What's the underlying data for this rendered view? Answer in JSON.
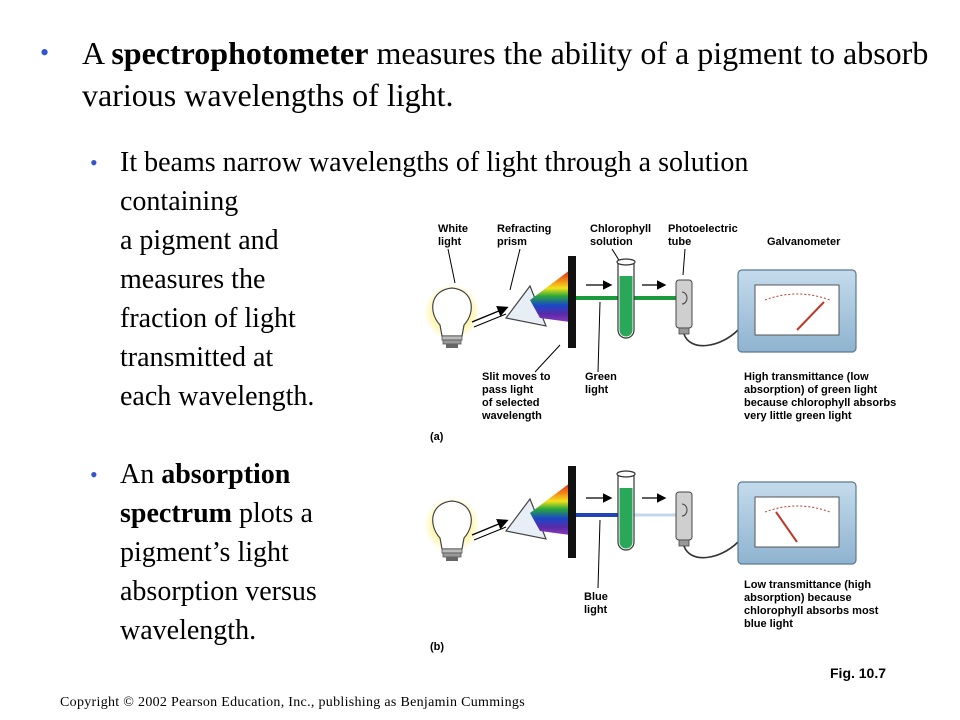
{
  "main_bullet": {
    "prefix": "A ",
    "bold": "spectrophotometer",
    "suffix": " measures the ability of a pigment to absorb various wavelengths of light."
  },
  "sub_bullet_1": {
    "line1": "It beams narrow wavelengths of light through a solution",
    "line2": "containing",
    "line3": "a pigment and",
    "line4": "measures the",
    "line5": "fraction of light",
    "line6": "transmitted at",
    "line7": "each wavelength."
  },
  "sub_bullet_2": {
    "prefix": "An ",
    "bold1": "absorption",
    "bold2": "spectrum",
    "rest1": " plots a",
    "line3": "pigment’s light",
    "line4": "absorption versus",
    "line5": "wavelength."
  },
  "figure": {
    "labels": {
      "white_light_1": "White",
      "white_light_2": "light",
      "prism_1": "Refracting",
      "prism_2": "prism",
      "solution_1": "Chlorophyll",
      "solution_2": "solution",
      "tube_1": "Photoelectric",
      "tube_2": "tube",
      "galvanometer": "Galvanometer",
      "slit_1": "Slit moves to",
      "slit_2": "pass light",
      "slit_3": "of selected",
      "slit_4": "wavelength",
      "green_1": "Green",
      "green_2": "light",
      "high_1": "High transmittance (low",
      "high_2": "absorption) of green light",
      "high_3": "because chlorophyll absorbs",
      "high_4": "very little green light",
      "panel_a": "(a)",
      "blue_1": "Blue",
      "blue_2": "light",
      "low_1": "Low transmittance (high",
      "low_2": "absorption) because",
      "low_3": "chlorophyll absorbs most",
      "low_4": "blue light",
      "panel_b": "(b)"
    },
    "colors": {
      "green_beam": "#1a9a3a",
      "blue_beam": "#2244bb",
      "meter_box": "#a9c7dd",
      "solution_fill": "#2aa85a",
      "bulb_glow": "#fff6b0"
    }
  },
  "fig_label": "Fig. 10.7",
  "copyright": "Copyright © 2002 Pearson Education, Inc., publishing as Benjamin Cummings"
}
